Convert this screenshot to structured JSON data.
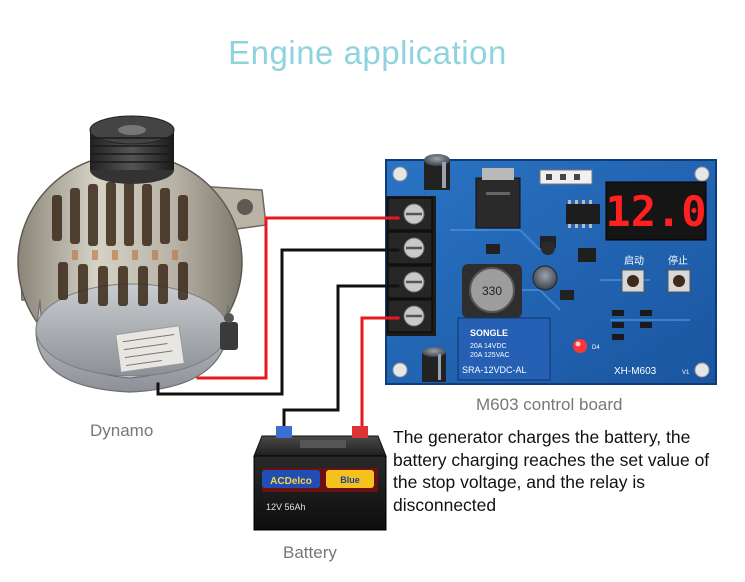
{
  "title": "Engine application",
  "labels": {
    "dynamo": "Dynamo",
    "battery": "Battery",
    "control_board": "M603 control board"
  },
  "description": "The generator charges the battery, the battery charging reaches the set value of the stop voltage, and the relay is disconnected",
  "board": {
    "display": "12.0",
    "model": "XH-M603",
    "version": "V1",
    "start_label": "启动",
    "stop_label": "停止",
    "relay_brand": "SONGLE",
    "relay_specs": [
      "20A 14VDC",
      "20A 125VAC"
    ],
    "relay_model": "SRA-12VDC-AL",
    "inductor": "330",
    "led_label": "D4"
  },
  "battery_label": {
    "brand": "ACDelco",
    "badge": "Blue",
    "specs": "12V 56Ah"
  },
  "colors": {
    "title": "#8fd3de",
    "wire_red": "#e8191c",
    "wire_black": "#111111",
    "pcb": "#1d5fb0",
    "display_digits": "#ff2020"
  },
  "icons": [
    "alternator-image",
    "battery-image",
    "control-board-image"
  ]
}
